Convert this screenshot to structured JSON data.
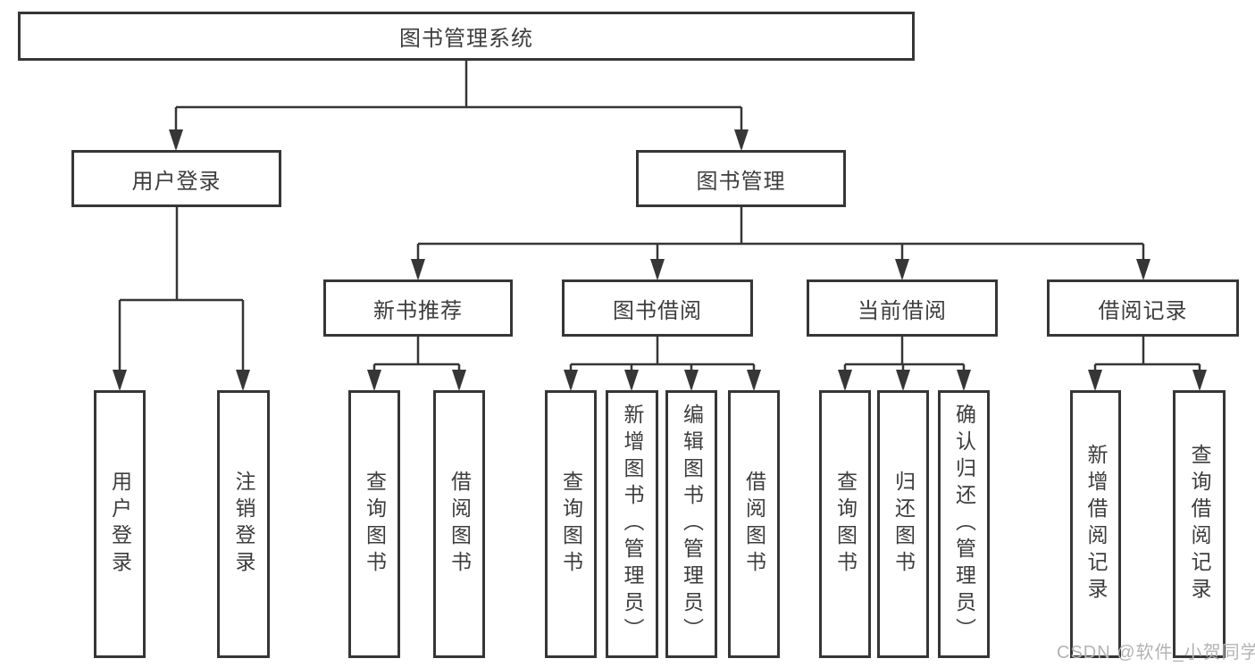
{
  "tree": {
    "label": "图书管理系统",
    "children": [
      {
        "label": "用户登录",
        "children": [
          {
            "label": "用户登录"
          },
          {
            "label": "注销登录"
          }
        ]
      },
      {
        "label": "图书管理",
        "children": [
          {
            "label": "新书推荐",
            "children": [
              {
                "label": "查询图书"
              },
              {
                "label": "借阅图书"
              }
            ]
          },
          {
            "label": "图书借阅",
            "children": [
              {
                "label": "查询图书"
              },
              {
                "label": "新增图书（管理员）"
              },
              {
                "label": "编辑图书（管理员）"
              },
              {
                "label": "借阅图书"
              }
            ]
          },
          {
            "label": "当前借阅",
            "children": [
              {
                "label": "查询图书"
              },
              {
                "label": "归还图书"
              },
              {
                "label": "确认归还（管理员）"
              }
            ]
          },
          {
            "label": "借阅记录",
            "children": [
              {
                "label": "新增借阅记录"
              },
              {
                "label": "查询借阅记录"
              }
            ]
          }
        ]
      }
    ]
  },
  "watermark": {
    "text": "CSDN @软件_小贺同学"
  },
  "colors": {
    "line": "#363636",
    "box_border": "#363636",
    "text": "#3d3d3d",
    "watermark": "#b3b3b3",
    "background": "#ffffff"
  }
}
